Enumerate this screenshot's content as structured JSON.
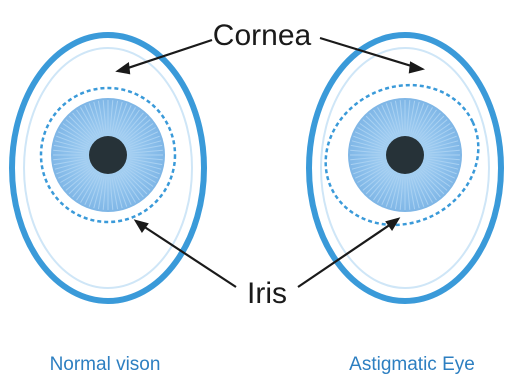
{
  "labels": {
    "cornea": "Cornea",
    "iris": "Iris"
  },
  "captions": {
    "left": "Normal vison",
    "right": "Astigmatic Eye"
  },
  "colors": {
    "outer_ring": "#3a9ad9",
    "sclera": "#ffffff",
    "cornea_dashed": "#3a9ad9",
    "iris": "#8ec1ec",
    "iris_rays": "#a9d1f2",
    "pupil": "#263238",
    "pointer": "#1a1a1a",
    "caption": "#2d7fc1"
  }
}
